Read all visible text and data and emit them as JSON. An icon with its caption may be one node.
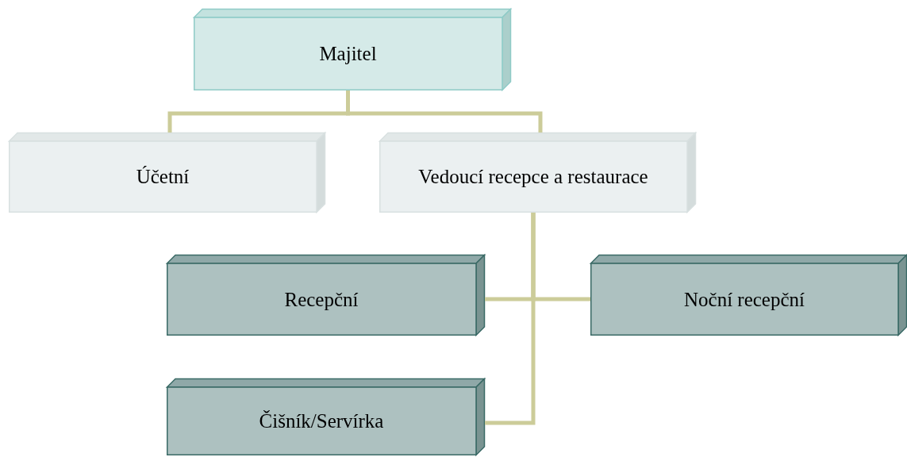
{
  "diagram": {
    "nodes": [
      {
        "text": [
          "Majitel"
        ]
      },
      {
        "text": [
          "Účetní"
        ]
      },
      {
        "text": [
          "Vedoucí recepce a restaurace"
        ]
      },
      {
        "text": [
          "Recepční"
        ]
      },
      {
        "text": [
          "Noční recepční"
        ]
      },
      {
        "text": [
          "Čišník/Servírka"
        ]
      }
    ],
    "edges": [
      {
        "from": 0,
        "to": 1,
        "arrow": "none"
      },
      {
        "from": 0,
        "to": 2,
        "arrow": "none"
      },
      {
        "from": 2,
        "to": 3,
        "arrow": "none"
      },
      {
        "from": 2,
        "to": 4,
        "arrow": "none"
      },
      {
        "from": 2,
        "to": 5,
        "arrow": "none"
      }
    ]
  }
}
